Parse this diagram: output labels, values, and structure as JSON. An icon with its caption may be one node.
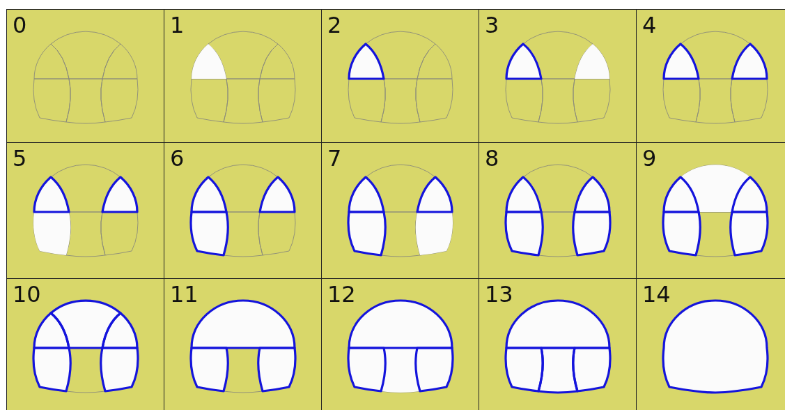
{
  "diagram": {
    "labels": [
      "0",
      "1",
      "2",
      "3",
      "4",
      "5",
      "6",
      "7",
      "8",
      "9",
      "10",
      "11",
      "12",
      "13",
      "14"
    ]
  }
}
